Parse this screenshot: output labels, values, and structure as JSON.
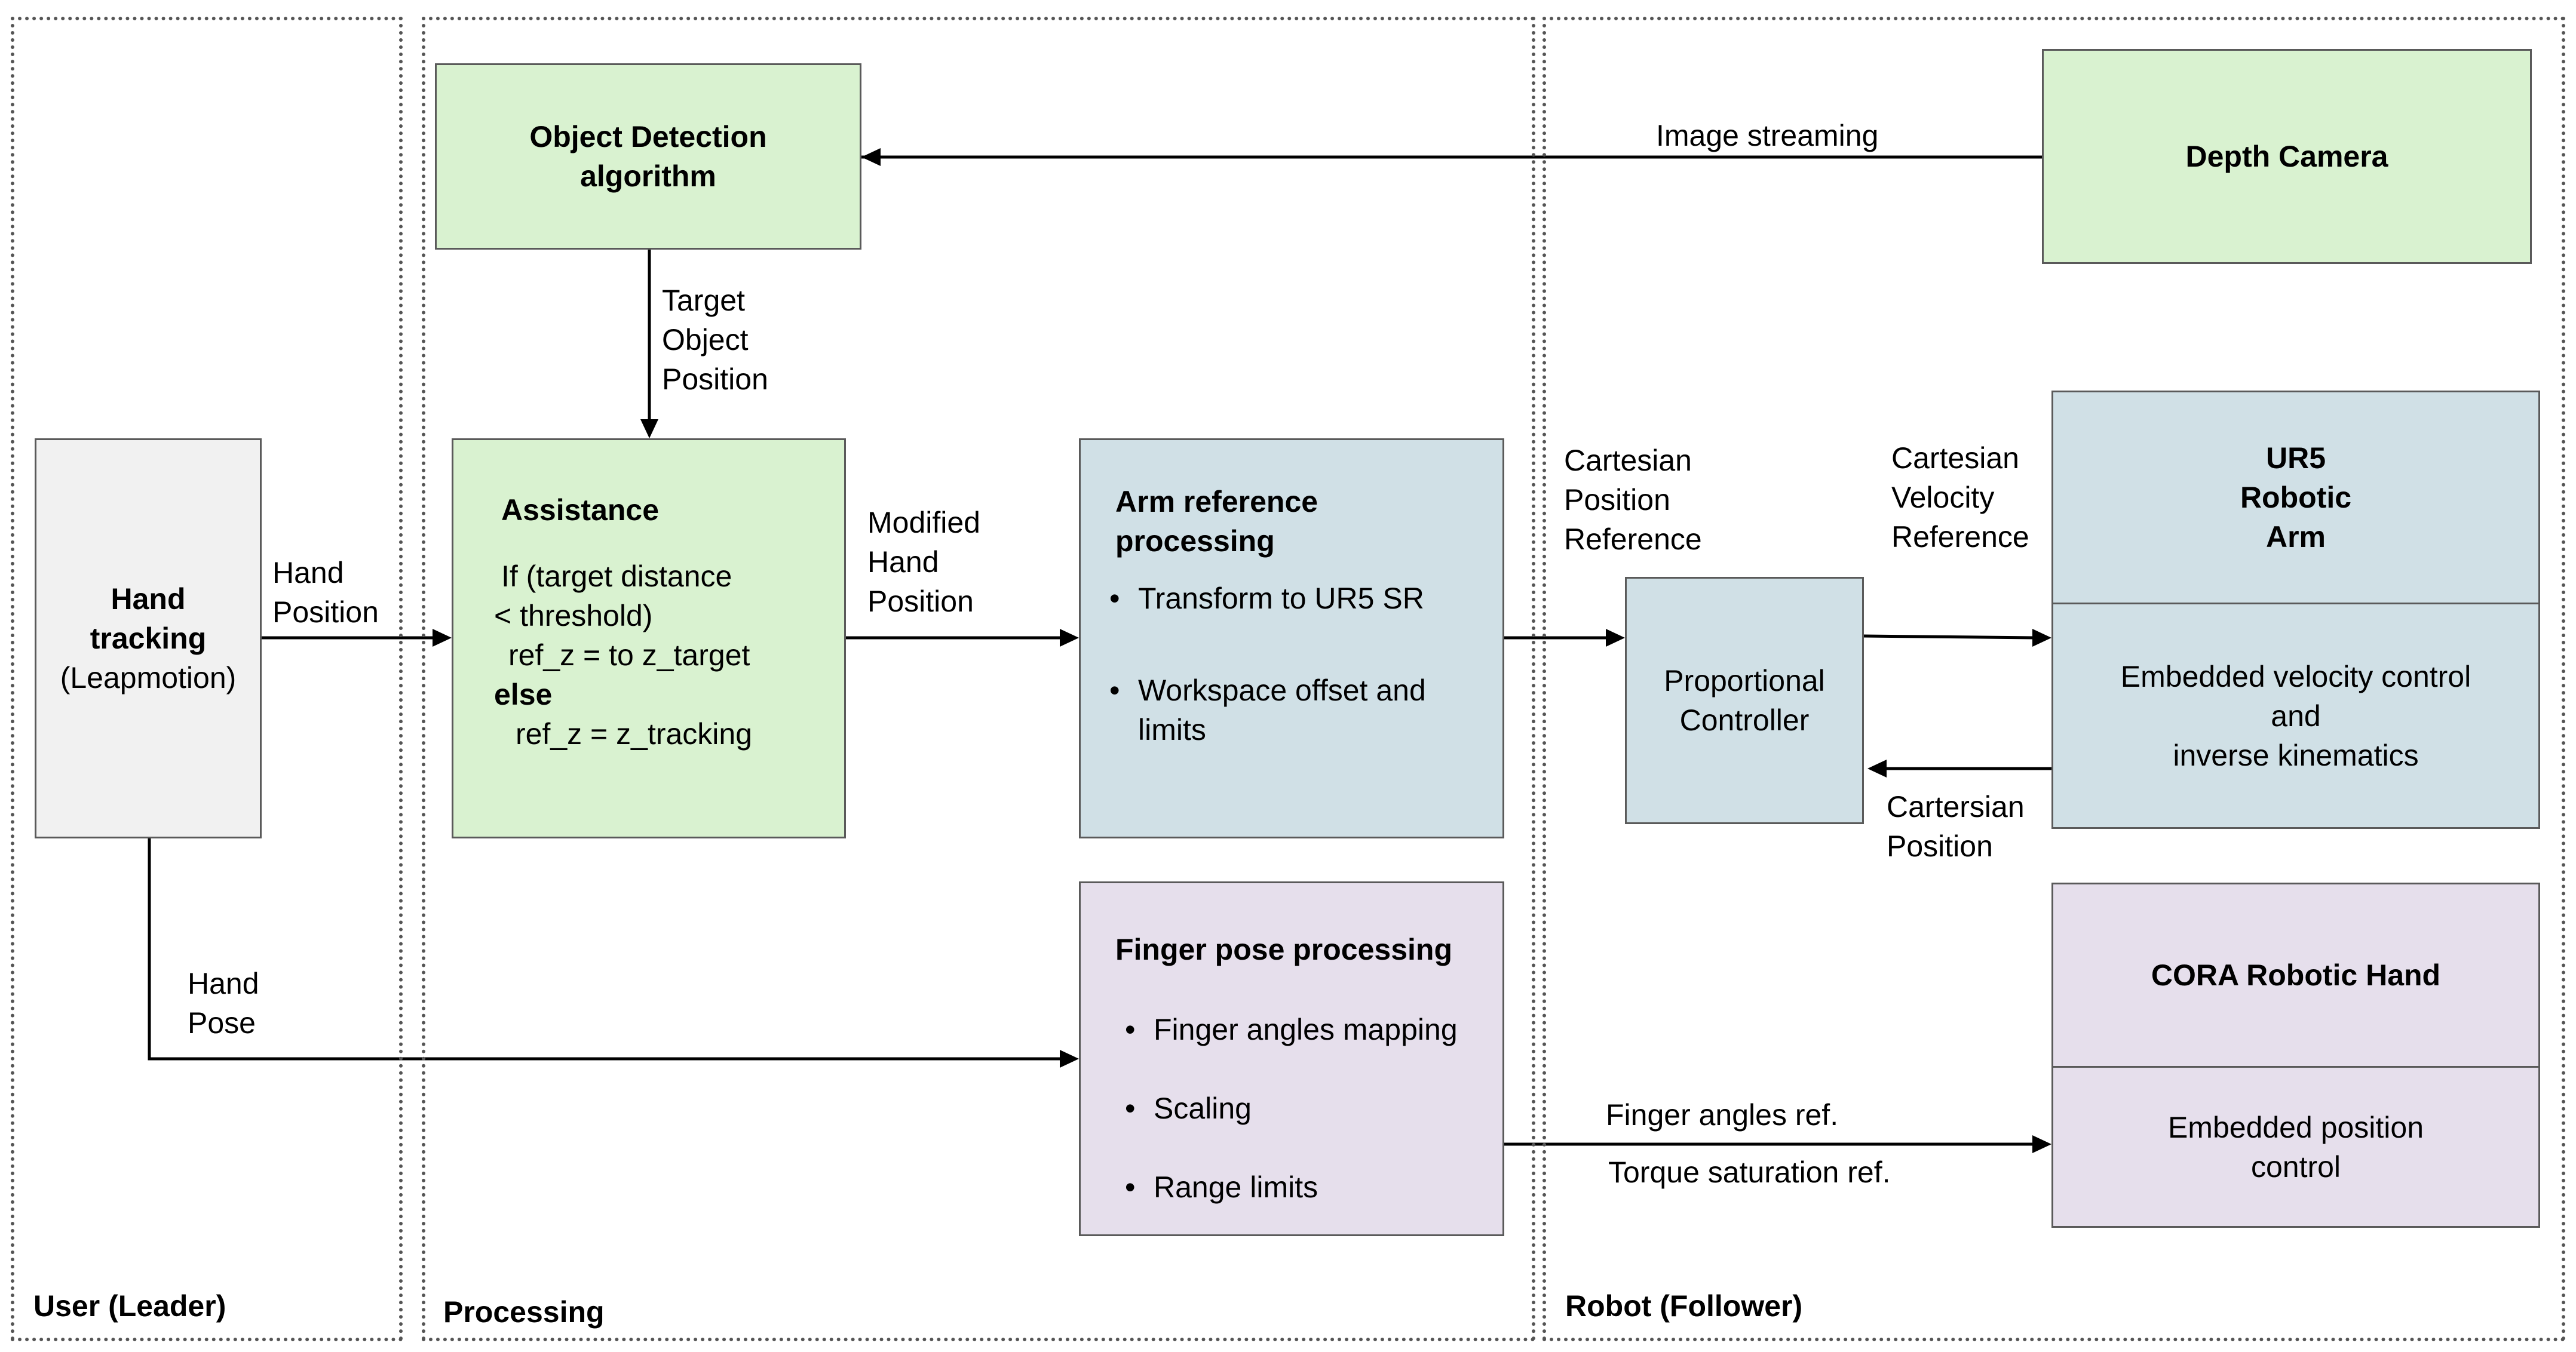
{
  "zones": {
    "user": "User (Leader)",
    "processing": "Processing",
    "robot": "Robot (Follower)"
  },
  "boxes": {
    "hand_tracking": {
      "line1": "Hand",
      "line2": "tracking",
      "line3": "(Leapmotion)"
    },
    "object_detection": {
      "line1": "Object Detection",
      "line2": "algorithm"
    },
    "depth_camera": {
      "title": "Depth Camera"
    },
    "assistance": {
      "title": "Assistance",
      "code": [
        "If (target distance",
        "< threshold)",
        "ref_z = to z_target",
        "else",
        "ref_z = z_tracking"
      ]
    },
    "arm_reference": {
      "title_line1": "Arm reference",
      "title_line2": "processing",
      "bullets": [
        "Transform to UR5 SR",
        "Workspace offset and",
        "limits"
      ]
    },
    "finger_pose": {
      "title": "Finger pose processing",
      "bullets": [
        "Finger angles mapping",
        "Scaling",
        "Range limits"
      ]
    },
    "proportional_controller": {
      "line1": "Proportional",
      "line2": "Controller"
    },
    "ur5": {
      "title": [
        "UR5",
        "Robotic",
        "Arm"
      ],
      "body": [
        "Embedded velocity control",
        "and",
        "inverse kinematics"
      ]
    },
    "cora": {
      "title": "CORA Robotic Hand",
      "body": [
        "Embedded position",
        "control"
      ]
    }
  },
  "labels": {
    "image_streaming": "Image streaming",
    "target_object_position": [
      "Target",
      "Object",
      "Position"
    ],
    "hand_position": [
      "Hand",
      "Position"
    ],
    "modified_hand_position": [
      "Modified",
      "Hand",
      "Position"
    ],
    "cartesian_position_reference": [
      "Cartesian",
      "Position",
      "Reference"
    ],
    "cartesian_velocity_reference": [
      "Cartesian",
      "Velocity",
      "Reference"
    ],
    "cartersian_position": [
      "Cartersian",
      "Position"
    ],
    "hand_pose": [
      "Hand",
      "Pose"
    ],
    "finger_angles_ref": "Finger angles ref.",
    "torque_saturation_ref": "Torque saturation ref."
  },
  "colors": {
    "green": "#d9f2d0",
    "blue": "#d0e0e6",
    "purple": "#e6dfec",
    "grey": "#f1f1f1"
  }
}
